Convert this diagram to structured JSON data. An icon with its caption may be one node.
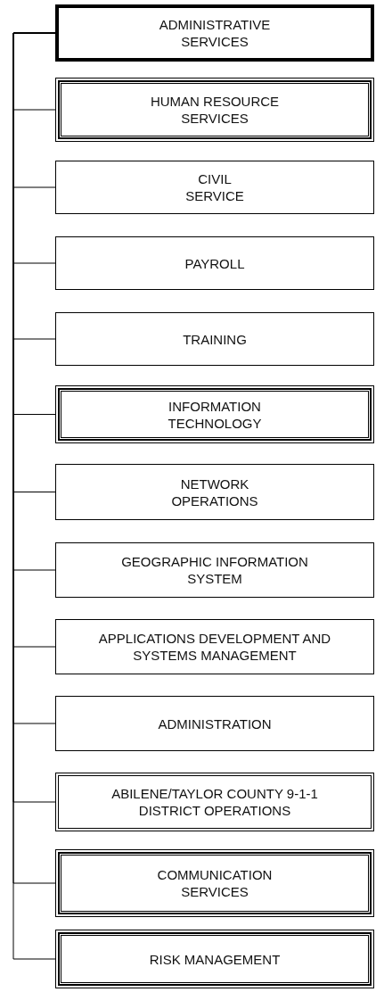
{
  "diagram": {
    "nodes": [
      {
        "text": [
          "ADMINISTRATIVE SERVICES"
        ]
      },
      {
        "text": [
          "HUMAN RESOURCE SERVICES"
        ]
      },
      {
        "text": [
          "CIVIL SERVICE"
        ]
      },
      {
        "text": [
          "PAYROLL"
        ]
      },
      {
        "text": [
          "TRAINING"
        ]
      },
      {
        "text": [
          "INFORMATION TECHNOLOGY"
        ]
      },
      {
        "text": [
          "NETWORK OPERATIONS"
        ]
      },
      {
        "text": [
          "GEOGRAPHIC INFORMATION SYSTEM"
        ]
      },
      {
        "text": [
          "APPLICATIONS DEVELOPMENT AND SYSTEMS MANAGEMENT"
        ]
      },
      {
        "text": [
          "ADMINISTRATION"
        ]
      },
      {
        "text": [
          "ABILENE/TAYLOR COUNTY 9-1-1 DISTRICT OPERATIONS"
        ]
      },
      {
        "text": [
          "COMMUNICATION SERVICES"
        ]
      },
      {
        "text": [
          "RISK MANAGEMENT"
        ]
      }
    ],
    "edges": [
      {
        "from": 0,
        "to": 1,
        "arrow": "none"
      },
      {
        "from": 0,
        "to": 2,
        "arrow": "none"
      },
      {
        "from": 0,
        "to": 3,
        "arrow": "none"
      },
      {
        "from": 0,
        "to": 4,
        "arrow": "none"
      },
      {
        "from": 0,
        "to": 5,
        "arrow": "none"
      },
      {
        "from": 0,
        "to": 6,
        "arrow": "none"
      },
      {
        "from": 0,
        "to": 7,
        "arrow": "none"
      },
      {
        "from": 0,
        "to": 8,
        "arrow": "none"
      },
      {
        "from": 0,
        "to": 9,
        "arrow": "none"
      },
      {
        "from": 0,
        "to": 10,
        "arrow": "none"
      },
      {
        "from": 0,
        "to": 11,
        "arrow": "none"
      },
      {
        "from": 0,
        "to": 12,
        "arrow": "none"
      }
    ]
  }
}
